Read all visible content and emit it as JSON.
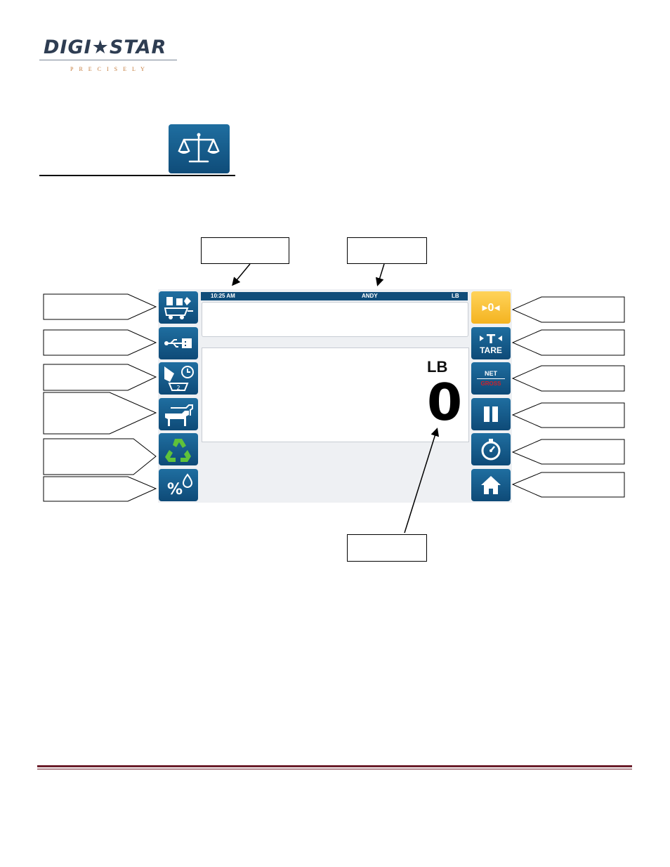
{
  "logo": {
    "name": "DIGI★STAR",
    "tagline": "PRECISELY"
  },
  "status_bar": {
    "time": "10:25 AM",
    "user": "ANDY",
    "unit": "LB"
  },
  "weight_display": {
    "unit": "LB",
    "value": "0"
  },
  "buttons_left": [
    {
      "id": "load-feed",
      "icon": "feed-wagon-icon"
    },
    {
      "id": "usb",
      "icon": "usb-icon"
    },
    {
      "id": "ration-timer",
      "icon": "ration-timer-icon"
    },
    {
      "id": "pens",
      "icon": "cattle-icon"
    },
    {
      "id": "recycle",
      "icon": "recycle-icon"
    },
    {
      "id": "moisture",
      "icon": "percent-moisture-icon"
    }
  ],
  "buttons_right": [
    {
      "id": "zero",
      "label": "▸0◂"
    },
    {
      "id": "tare",
      "label": "TARE"
    },
    {
      "id": "net-gross",
      "net": "NET",
      "gross": "GROSS"
    },
    {
      "id": "pause",
      "icon": "pause-icon"
    },
    {
      "id": "timer",
      "icon": "stopwatch-icon"
    },
    {
      "id": "home",
      "icon": "home-icon"
    }
  ],
  "colors": {
    "button_blue": "#0f4c79",
    "zero_yellow": "#f4b320",
    "footer": "#6b1d2a"
  }
}
